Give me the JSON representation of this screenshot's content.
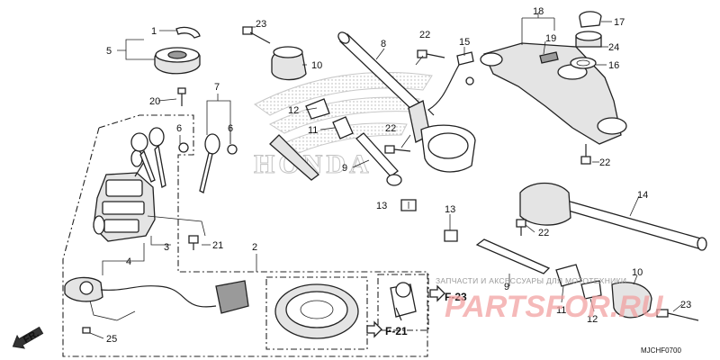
{
  "diagram": {
    "callouts": [
      "1",
      "2",
      "3",
      "4",
      "5",
      "6",
      "6",
      "7",
      "8",
      "9",
      "9",
      "10",
      "10",
      "11",
      "11",
      "12",
      "12",
      "13",
      "13",
      "14",
      "15",
      "16",
      "17",
      "18",
      "19",
      "20",
      "21",
      "22",
      "22",
      "22",
      "22",
      "23",
      "23",
      "24",
      "25"
    ],
    "references": [
      "F-23",
      "F-21"
    ],
    "front_label": "FR.",
    "watermark_text": "ЗАПЧАСТИ И АКСЕССУАРЫ ДЛЯ МОТОТЕХНИКИ",
    "watermark_logo": "PARTSFOR.RU",
    "brand_mark": "HONDA",
    "diagram_code": "MJCHF0700"
  }
}
